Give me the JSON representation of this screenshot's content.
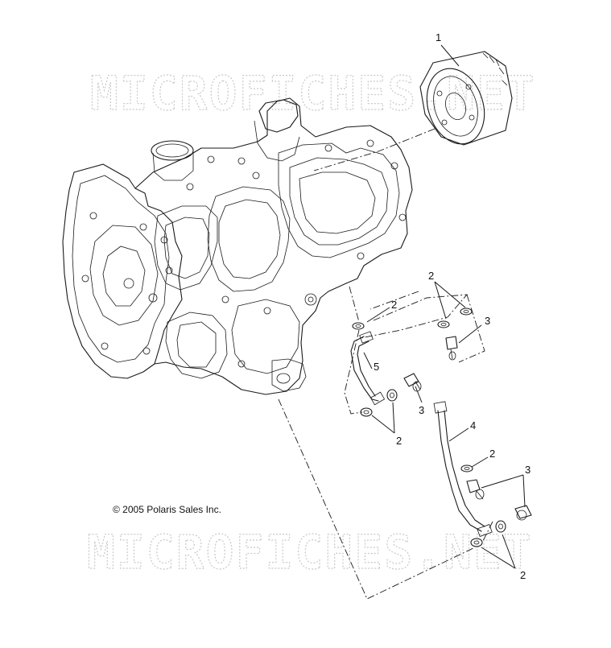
{
  "watermark": {
    "top_text": "MICROFICHES.NET",
    "bottom_text": "MICROFICHES.NET"
  },
  "copyright": "© 2005 Polaris Sales Inc.",
  "callouts": {
    "oil_filter": "1",
    "washer_upper_left": "2",
    "washers_upper_right": "2",
    "bolt_upper_right": "3",
    "hose_5": "5",
    "bolt_middle": "3",
    "washers_middle": "2",
    "hose_4": "4",
    "washer_lower": "2",
    "bolts_lower": "3",
    "washers_bottom": "2"
  }
}
